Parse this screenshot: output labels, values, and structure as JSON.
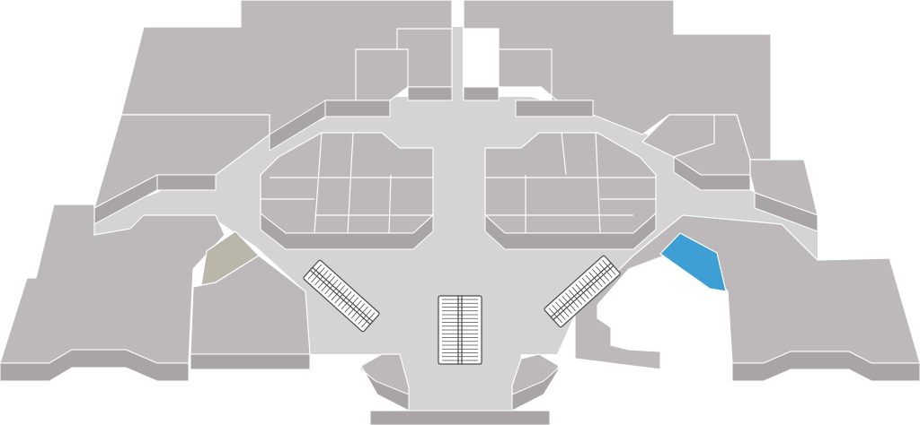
{
  "map": {
    "colors": {
      "floor": "#d3d4d3",
      "store": "#bdb8b9",
      "store_side": "#a9a4a5",
      "highlighted_store": "#3d9fd3",
      "service_area": "#bab6aa",
      "escalator": "#4a4a4a"
    },
    "highlighted_store": "selected",
    "escalators": [
      {
        "name": "left-escalator"
      },
      {
        "name": "center-escalator"
      },
      {
        "name": "right-escalator"
      }
    ]
  }
}
